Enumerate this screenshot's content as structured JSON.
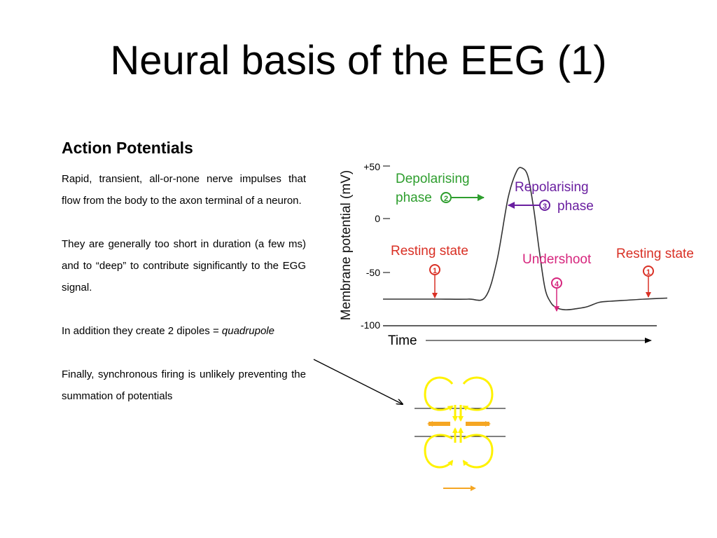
{
  "slide": {
    "title": "Neural basis of the EEG (1)"
  },
  "left": {
    "heading": "Action Potentials",
    "p1": "Rapid, transient, all-or-none nerve impulses that flow from the body to the axon terminal of a neuron.",
    "p2": "They are generally too short in duration (a few ms) and to “deep” to contribute significantly to the EGG signal.",
    "p3_prefix": "In addition they create 2 dipoles = ",
    "p3_emph": "quadrupole",
    "p4": "Finally, synchronous firing is unlikely preventing the summation of potentials"
  },
  "chart": {
    "ylabel": "Membrane potential (mV)",
    "xlabel": "Time",
    "ticks": [
      "+50",
      "0",
      "-50",
      "-100"
    ],
    "labels": {
      "depol_1": "Depolarising",
      "depol_2": "phase",
      "depol_num": "2",
      "repol_1": "Repolarising",
      "repol_2": "phase",
      "repol_num": "3",
      "rest_left": "Resting state",
      "rest_left_num": "1",
      "undershoot": "Undershoot",
      "undershoot_num": "4",
      "rest_right": "Resting state",
      "rest_right_num": "1"
    },
    "colors": {
      "depol": "#2e9e2e",
      "repol": "#6a1fa0",
      "resting": "#d93025",
      "undershoot": "#d6257d",
      "trace": "#333333"
    }
  },
  "chart_data": {
    "type": "line",
    "ylabel": "Membrane potential (mV)",
    "xlabel": "Time",
    "ylim": [
      -100,
      50
    ],
    "yticks": [
      50,
      0,
      -50,
      -100
    ],
    "series": [
      {
        "x": [
          0,
          10,
          20,
          30,
          36,
          40,
          44,
          47,
          49,
          51,
          53,
          55,
          57,
          59,
          61,
          64,
          68,
          72,
          76,
          80,
          86,
          92,
          100
        ],
        "values": [
          -75,
          -75,
          -75,
          -75,
          -73,
          -40,
          20,
          45,
          48,
          40,
          10,
          -30,
          -65,
          -78,
          -83,
          -85,
          -84,
          -82,
          -78,
          -77,
          -76,
          -75,
          -74
        ]
      }
    ]
  },
  "quadrupole": {
    "colors": {
      "loop": "#fff200",
      "arrow": "#f5a623",
      "bottom_arrow": "#f5a623"
    }
  }
}
